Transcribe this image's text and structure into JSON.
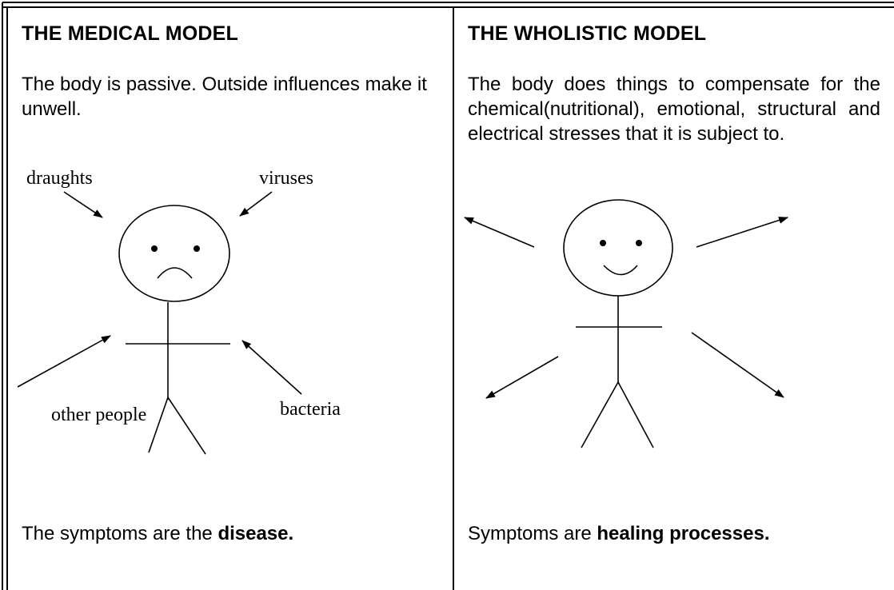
{
  "medical": {
    "heading": "THE MEDICAL MODEL",
    "description": "The body is passive.  Outside influences make it unwell.",
    "labels": {
      "draughts": "draughts",
      "viruses": "viruses",
      "other_people": "other people",
      "bacteria": "bacteria"
    },
    "footer_prefix": "The symptoms are the ",
    "footer_bold": "disease."
  },
  "wholistic": {
    "heading": "THE WHOLISTIC MODEL",
    "description": "The body does things to compensate for the chemical(nutritional), emotional, structural and electrical stresses that it is subject to.",
    "footer_prefix": "Symptoms are ",
    "footer_bold": "healing processes."
  },
  "colors": {
    "ink": "#000000",
    "background": "#ffffff"
  }
}
